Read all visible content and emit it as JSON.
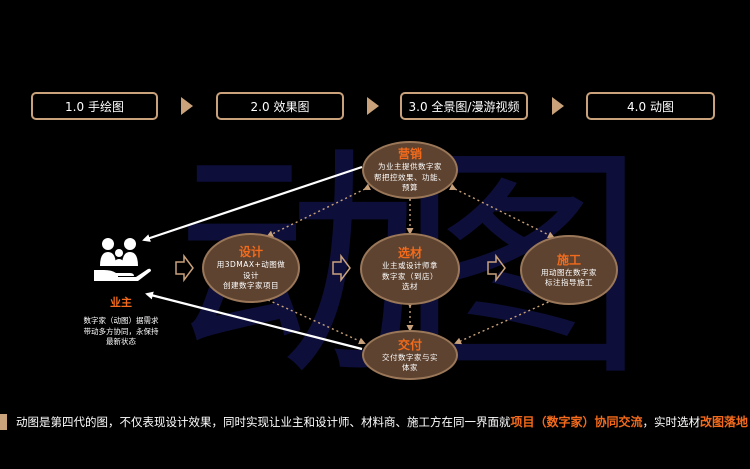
{
  "watermark": "动图",
  "steps": [
    {
      "label": "1.0 手绘图"
    },
    {
      "label": "2.0 效果图"
    },
    {
      "label": "3.0 全景图/漫游视频"
    },
    {
      "label": "4.0 动图"
    }
  ],
  "nodes": {
    "marketing": {
      "title": "营销",
      "desc": "为业主提供数字家\n帮把控效果、功能、\n预算"
    },
    "design": {
      "title": "设计",
      "desc": "用3DMAX+动图做\n设计\n创建数字家项目"
    },
    "material": {
      "title": "选材",
      "desc": "业主或设计师拿\n数字家（到店）\n选材"
    },
    "construction": {
      "title": "施工",
      "desc": "用动图在数字家\n标注指导施工"
    },
    "delivery": {
      "title": "交付",
      "desc": "交付数字家与实\n体家"
    }
  },
  "owner": {
    "title": "业主",
    "desc": "数字家（动图）据需求\n带动多方协同，永保持\n最新状态"
  },
  "caption": {
    "part1": "动图是第四代的图，不仅表现设计效果，同时实现让业主和设计师、材料商、施工方在同一界面就",
    "highlight1": "项目（数字家）协同交流",
    "part2": "，实时选材",
    "highlight2": "改图落地"
  },
  "colors": {
    "accent": "#f26a1b",
    "gold": "#c9a27c",
    "circle_fill": "#5e4330",
    "watermark": "#0d0f3a"
  }
}
